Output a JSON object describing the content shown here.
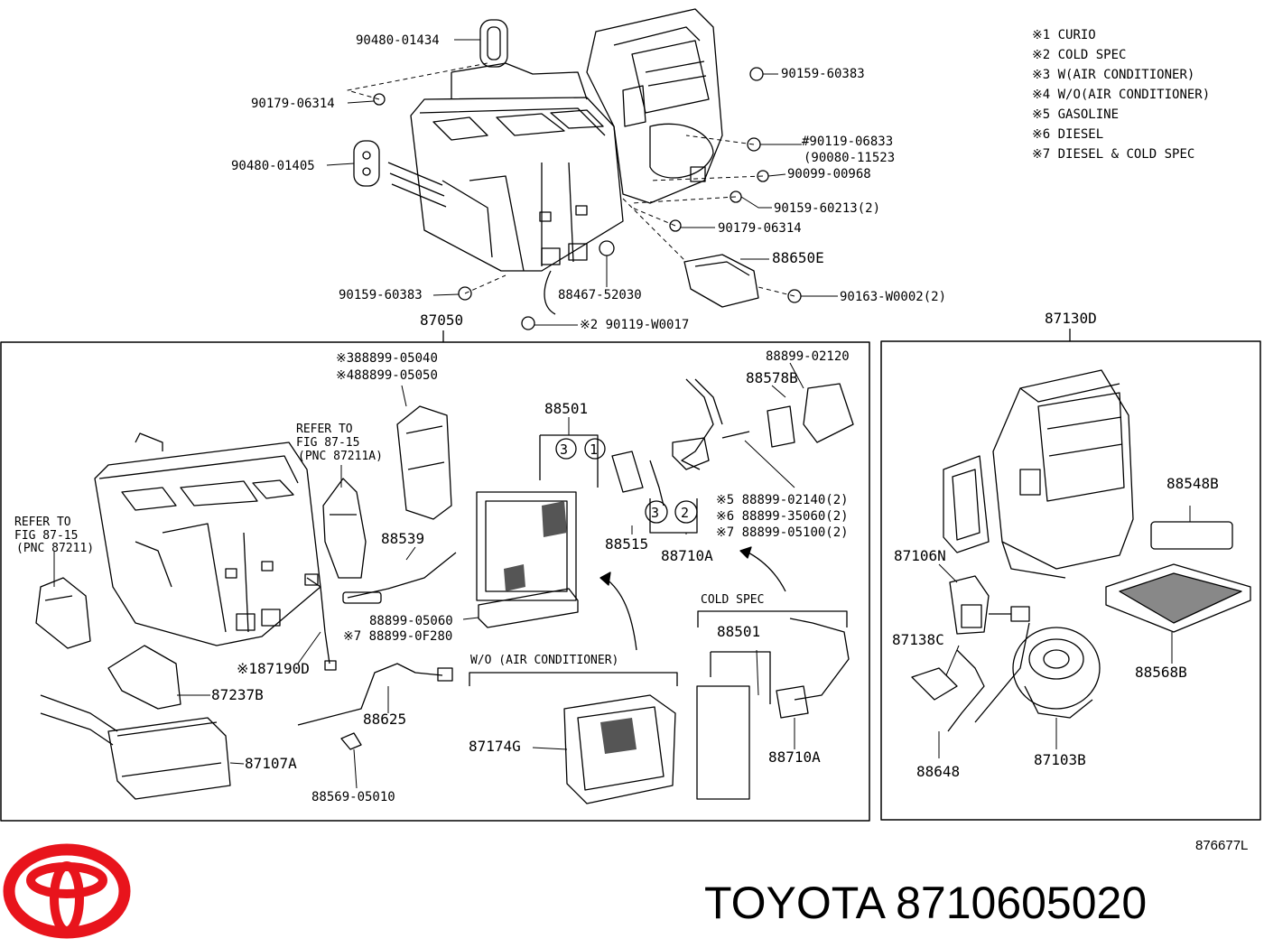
{
  "notes": [
    "※1 CURIO",
    "※2 COLD SPEC",
    "※3 W(AIR CONDITIONER)",
    "※4 W/O(AIR CONDITIONER)",
    "※5 GASOLINE",
    "※6 DIESEL",
    "※7 DIESEL & COLD SPEC"
  ],
  "top_parts": {
    "p1": "90480-01434",
    "p2": "90179-06314",
    "p3": "90480-01405",
    "p4": "90159-60383",
    "p5": "#90119-06833",
    "p6": "(90080-11523",
    "p7": "90099-00968",
    "p8": "90159-60213(2)",
    "p9": "90179-06314",
    "p10": "88650E",
    "p11": "90159-60383",
    "p12": "88467-52030",
    "p13": "90163-W0002(2)",
    "p14": "※2 90119-W0017",
    "p15": "87050",
    "p16": "87130D"
  },
  "left_box": {
    "a1": "※388899-05040",
    "a2": "※488899-05050",
    "a3": "REFER TO",
    "a4": "FIG 87-15",
    "a5": "(PNC 87211A)",
    "a6": "REFER TO",
    "a7": "FIG 87-15",
    "a8": "(PNC 87211)",
    "a9": "88501",
    "a10": "88899-02120",
    "a11": "88578B",
    "a12": "※5 88899-02140(2)",
    "a13": "※6 88899-35060(2)",
    "a14": "※7 88899-05100(2)",
    "a15": "88539",
    "a16": "88515",
    "a17": "88710A",
    "a18": "88899-05060",
    "a19": "※7 88899-0F280",
    "a20": "※187190D",
    "a21": "87237B",
    "a22": "88625",
    "a23": "W/O (AIR CONDITIONER)",
    "a24": "COLD SPEC",
    "a25": "88501",
    "a26": "87174G",
    "a27": "88710A",
    "a28": "87107A",
    "a29": "88569-05010",
    "c1": "3",
    "c2": "1",
    "c3": "3",
    "c4": "2"
  },
  "right_box": {
    "b1": "88548B",
    "b2": "87106N",
    "b3": "87138C",
    "b4": "88568B",
    "b5": "88648",
    "b6": "87103B"
  },
  "ref_code": "876677L",
  "brand_title": "TOYOTA 8710605020",
  "colors": {
    "logo_red": "#e8141c",
    "line": "#000000"
  }
}
